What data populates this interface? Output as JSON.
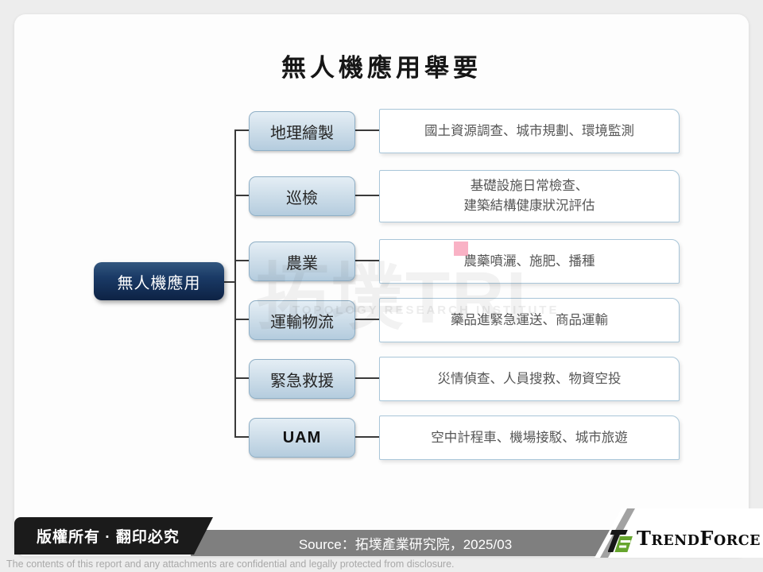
{
  "title": "無人機應用舉要",
  "root_label": "無人機應用",
  "rows": [
    {
      "category": "地理繪製",
      "description": "國土資源調查、城市規劃、環境監測"
    },
    {
      "category": "巡檢",
      "description": "基礎設施日常檢查、\n建築結構健康狀況評估"
    },
    {
      "category": "農業",
      "description": "農藥噴灑、施肥、播種"
    },
    {
      "category": "運輸物流",
      "description": "藥品進緊急運送、商品運輸"
    },
    {
      "category": "緊急救援",
      "description": "災情偵查、人員搜救、物資空投"
    },
    {
      "category": "UAM",
      "description": "空中計程車、機場接駁、城市旅遊"
    }
  ],
  "watermark": {
    "main": "拓墣TRI",
    "subtitle": "TOPOLOGY RESEARCH INSTITUTE"
  },
  "footer": {
    "copyright": "版權所有 · 翻印必究",
    "source": "Source：拓墣產業研究院，2025/03",
    "disclaimer": "The contents of this report and any attachments are confidential and legally protected from disclosure.",
    "logo": {
      "part1": "T",
      "part2": "REND",
      "part3": "F",
      "part4": "ORCE"
    }
  },
  "colors": {
    "root_navy": "#13305a",
    "category_blue": "#c7d9e7",
    "category_border": "#8fafc6",
    "description_border": "#a9c6d9",
    "connector": "#3a3a3a",
    "footer_black": "#1b1b1b",
    "footer_gray": "#7f7f7f",
    "logo_green": "#66a52e",
    "highlight_pink": "#f588a6"
  }
}
